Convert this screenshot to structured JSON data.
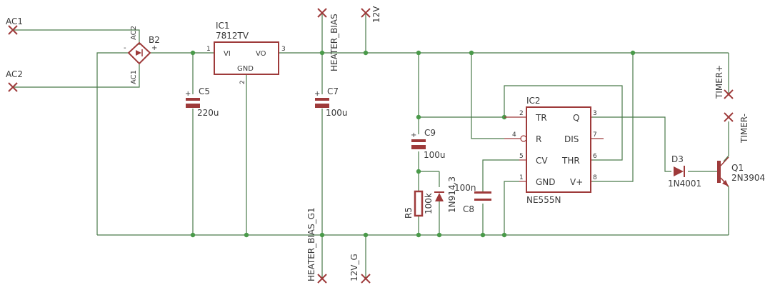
{
  "nets": {
    "ac1": "AC1",
    "ac2": "AC2",
    "heater_bias": "HEATER_BIAS",
    "v12": "12V",
    "timer_plus": "TIMER+",
    "timer_minus": "TIMER-",
    "heater_bias_g1": "HEATER_BIAS_G1",
    "v12_g": "12V_G"
  },
  "bridge": {
    "name": "B2",
    "ac2_label": "AC2",
    "ac1_label": "AC1",
    "minus": "-",
    "plus": "+"
  },
  "ic1": {
    "name": "IC1",
    "value": "7812TV",
    "vi": "VI",
    "vo": "VO",
    "gnd": "GND",
    "pin1": "1",
    "pin2": "2",
    "pin3": "3"
  },
  "c5": {
    "name": "C5",
    "value": "220u",
    "plus": "+"
  },
  "c7": {
    "name": "C7",
    "value": "100u",
    "plus": "+"
  },
  "c9": {
    "name": "C9",
    "value": "100u",
    "plus": "+"
  },
  "c8": {
    "name": "C8",
    "value": "100n"
  },
  "r5": {
    "name": "R5",
    "value": "100k"
  },
  "d4": {
    "name": "1N914",
    "label": "1N914,3"
  },
  "ic2": {
    "name": "IC2",
    "value": "NE555N",
    "tr": "TR",
    "q": "Q",
    "r": "R",
    "dis": "DIS",
    "cv": "CV",
    "thr": "THR",
    "gnd": "GND",
    "vplus": "V+",
    "pin1": "1",
    "pin2": "2",
    "pin3": "3",
    "pin4": "4",
    "pin5": "5",
    "pin6": "6",
    "pin7": "7",
    "pin8": "8"
  },
  "d3": {
    "name": "D3",
    "value": "1N4001"
  },
  "q1": {
    "name": "Q1",
    "value": "2N3904"
  },
  "colors": {
    "component": "#9e3a3a",
    "wire": "#4a7a4a",
    "junction": "#4a9a4a",
    "text": "#3a3a3a"
  }
}
